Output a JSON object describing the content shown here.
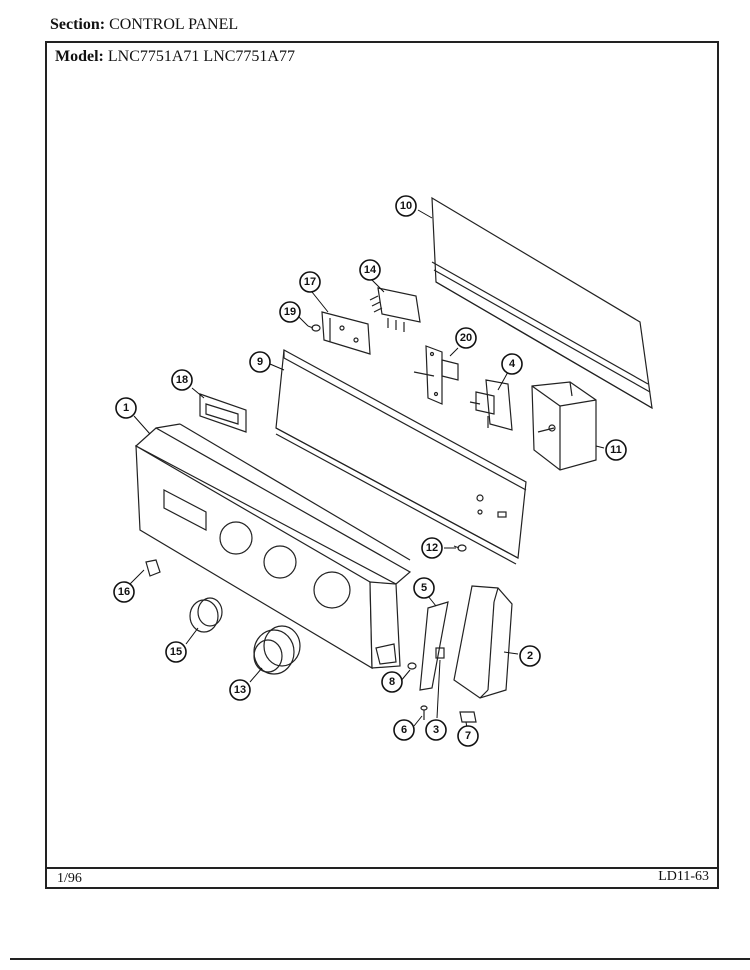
{
  "header": {
    "section_label": "Section:",
    "section_value": "CONTROL PANEL",
    "model_label": "Model:",
    "model_value": "LNC7751A71  LNC7751A77"
  },
  "footer": {
    "date": "1/96",
    "code": "LD11-63"
  },
  "callouts": [
    "1",
    "2",
    "3",
    "4",
    "5",
    "6",
    "7",
    "8",
    "9",
    "10",
    "11",
    "12",
    "13",
    "14",
    "15",
    "16",
    "17",
    "18",
    "19",
    "20"
  ]
}
